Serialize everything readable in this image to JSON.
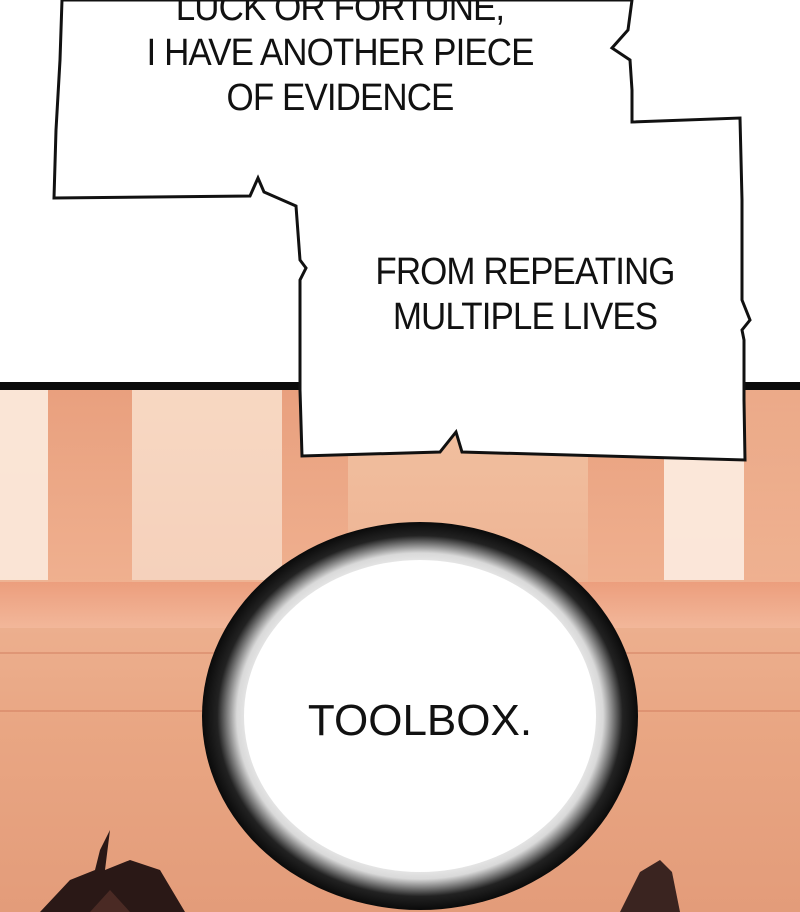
{
  "panel_top": {
    "caption_1_lines": [
      "LUCK OR FORTUNE,",
      "I HAVE ANOTHER PIECE",
      "OF EVIDENCE"
    ],
    "caption_2_lines": [
      "FROM REPEATING",
      "MULTIPLE LIVES"
    ]
  },
  "panel_bottom": {
    "burst_text": "TOOLBOX."
  },
  "colors": {
    "panel_border": "#0a0a0a",
    "background_warm": "#eeb494",
    "bubble_fill": "#ffffff",
    "text": "#111111"
  }
}
